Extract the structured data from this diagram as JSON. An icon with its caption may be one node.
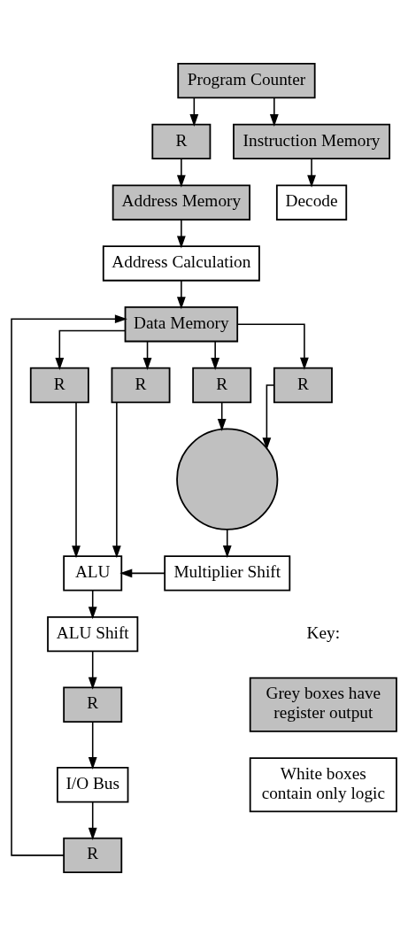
{
  "diagram": {
    "nodes": [
      {
        "text": [
          "Program Counter"
        ]
      },
      {
        "text": [
          "R"
        ]
      },
      {
        "text": [
          "Instruction Memory"
        ]
      },
      {
        "text": [
          "Address Memory"
        ]
      },
      {
        "text": [
          "Decode"
        ]
      },
      {
        "text": [
          "Address Calculation"
        ]
      },
      {
        "text": [
          "Data Memory"
        ]
      },
      {
        "text": [
          "R"
        ]
      },
      {
        "text": [
          "R"
        ]
      },
      {
        "text": [
          "R"
        ]
      },
      {
        "text": [
          "R"
        ]
      },
      {
        "text": [],
        "shape": "circle"
      },
      {
        "text": [
          "ALU"
        ]
      },
      {
        "text": [
          "Multiplier Shift"
        ]
      },
      {
        "text": [
          "ALU Shift"
        ]
      },
      {
        "text": [
          "R"
        ]
      },
      {
        "text": [
          "I/O Bus"
        ]
      },
      {
        "text": [
          "R"
        ]
      }
    ],
    "edges": [
      {
        "from": 0,
        "to": 1,
        "arrow": "to"
      },
      {
        "from": 0,
        "to": 2,
        "arrow": "to"
      },
      {
        "from": 1,
        "to": 3,
        "arrow": "to"
      },
      {
        "from": 2,
        "to": 4,
        "arrow": "to"
      },
      {
        "from": 3,
        "to": 5,
        "arrow": "to"
      },
      {
        "from": 5,
        "to": 6,
        "arrow": "to"
      },
      {
        "from": 6,
        "to": 7,
        "arrow": "to"
      },
      {
        "from": 6,
        "to": 8,
        "arrow": "to"
      },
      {
        "from": 6,
        "to": 9,
        "arrow": "to"
      },
      {
        "from": 6,
        "to": 10,
        "arrow": "to"
      },
      {
        "from": 9,
        "to": 11,
        "arrow": "to"
      },
      {
        "from": 10,
        "to": 11,
        "arrow": "to"
      },
      {
        "from": 7,
        "to": 12,
        "arrow": "to"
      },
      {
        "from": 8,
        "to": 12,
        "arrow": "to"
      },
      {
        "from": 11,
        "to": 13,
        "arrow": "to"
      },
      {
        "from": 13,
        "to": 12,
        "arrow": "to"
      },
      {
        "from": 12,
        "to": 14,
        "arrow": "to"
      },
      {
        "from": 14,
        "to": 15,
        "arrow": "to"
      },
      {
        "from": 15,
        "to": 16,
        "arrow": "to"
      },
      {
        "from": 16,
        "to": 17,
        "arrow": "to"
      },
      {
        "from": 17,
        "to": 6,
        "arrow": "to"
      }
    ],
    "labels": [
      "Key:"
    ],
    "legend": [
      {
        "text": "Grey boxes have register output",
        "color": "#c0c0c0"
      },
      {
        "text": "White boxes contain only logic",
        "color": "#ffffff"
      }
    ]
  }
}
